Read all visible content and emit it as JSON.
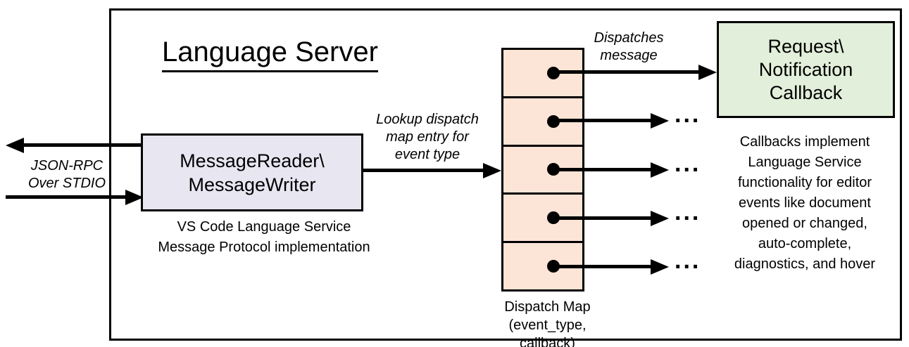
{
  "diagram": {
    "title": "Language Server",
    "stdio_label": "JSON-RPC\nOver STDIO",
    "message_box_label": "MessageReader\\\nMessageWriter",
    "message_box_caption": "VS Code Language Service\nMessage Protocol implementation",
    "lookup_label": "Lookup dispatch\nmap entry for\nevent type",
    "dispatches_label": "Dispatches\nmessage",
    "callback_box_label": "Request\\\nNotification\nCallback",
    "right_note": "Callbacks implement\nLanguage Service\nfunctionality for editor\nevents like document\nopened or changed,\nauto-complete,\ndiagnostics, and hover",
    "dispatch_map_caption": "Dispatch Map\n(event_type, callback)",
    "ellipsis": "...",
    "colors": {
      "message_box_fill": "#e7e6f1",
      "dispatch_cell_fill": "#fce4d6",
      "callback_box_fill": "#e2efda",
      "line": "#000000"
    }
  }
}
